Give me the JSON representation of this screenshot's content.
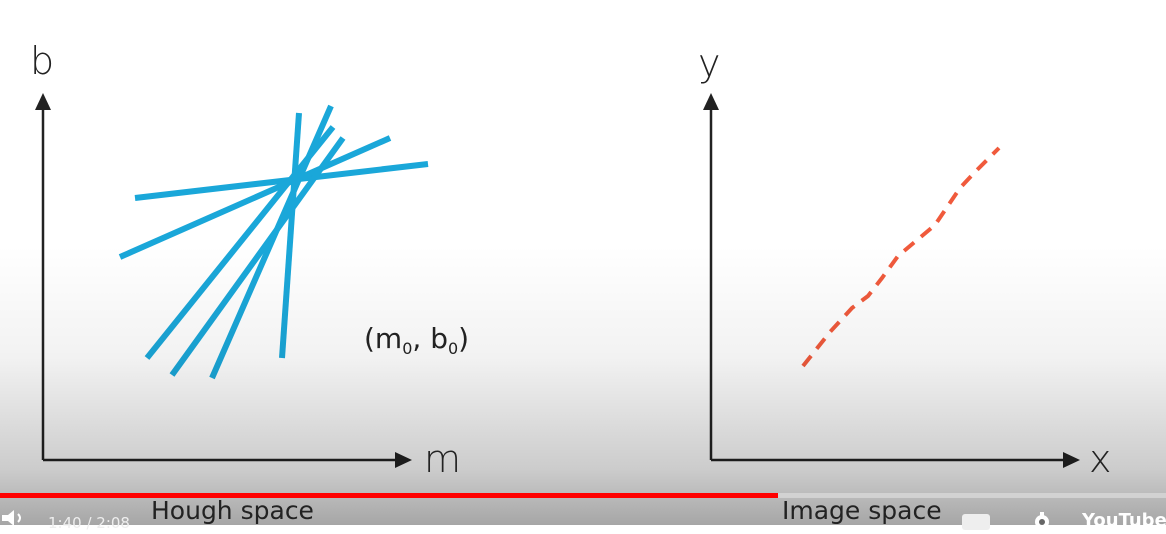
{
  "left_plot": {
    "y_label": "b",
    "x_label": "m",
    "caption": "Hough space",
    "point_label": {
      "main": "(m",
      "sub1": "0",
      "mid": ", b",
      "sub2": "0",
      "end": ")"
    },
    "line_color": "#1aa7d9"
  },
  "right_plot": {
    "y_label": "y",
    "x_label": "x",
    "caption": "Image space",
    "dash_color": "#f05a3c"
  },
  "player": {
    "time_display": "1:40 / 2:08",
    "progress_fraction": 0.667,
    "logo_text": "YouTube",
    "accent_color": "#ff0000"
  }
}
